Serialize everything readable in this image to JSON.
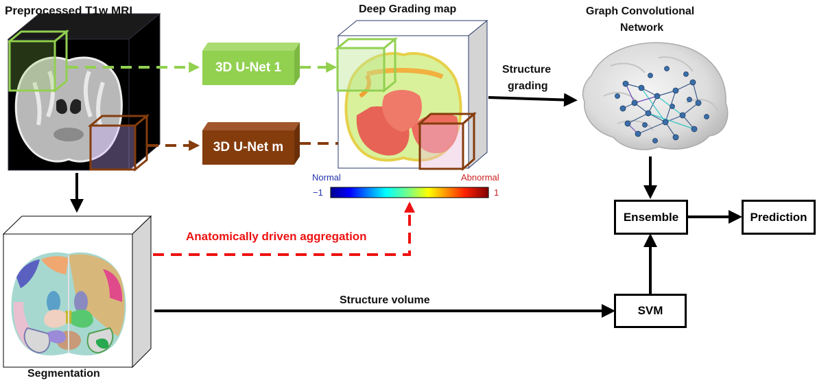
{
  "labels": {
    "mri": "Preprocessed T1w MRI",
    "grading_map": "Deep Grading map",
    "gcn_line1": "Graph Convolutional",
    "gcn_line2": "Network",
    "segmentation": "Segmentation",
    "structure_grading_line1": "Structure",
    "structure_grading_line2": "grading",
    "aggregation": "Anatomically driven aggregation",
    "structure_volume": "Structure volume"
  },
  "boxes": {
    "unet1": "3D U-Net 1",
    "unetm": "3D U-Net m",
    "ensemble": "Ensemble",
    "prediction": "Prediction",
    "svm": "SVM"
  },
  "colorbar": {
    "left_word": "Normal",
    "right_word": "Abnormal",
    "min": "−1",
    "max": "1"
  },
  "colors": {
    "green": "#92d050",
    "brown": "#843c0c",
    "red": "#ee1111",
    "normal_text": "#2233aa",
    "abnormal_text": "#cc2222"
  }
}
